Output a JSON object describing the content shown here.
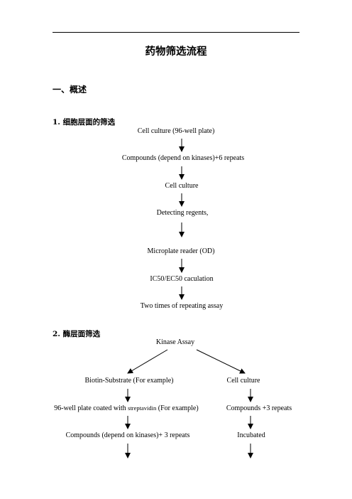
{
  "title": "药物筛选流程",
  "section1": {
    "heading": "一、概述"
  },
  "cell_section": {
    "heading": "1.   细胞层面的筛选",
    "steps": [
      "Cell culture (96-well plate)",
      "Compounds (depend on kinases)+6 repeats",
      "Cell culture",
      "Detecting regents,",
      "Microplate reader (OD)",
      "IC50/EC50 caculation",
      "Two times of repeating assay"
    ]
  },
  "enzyme_section": {
    "heading": "2.   酶层面筛选",
    "root": "Kinase Assay",
    "left_branch": {
      "step1": "Biotin-Substrate (For example)",
      "step2_prefix": "96-well plate coated with ",
      "step2_small": "streptavidin",
      "step2_suffix": " (For example)",
      "step3": "Compounds (depend on kinases)+ 3 repeats"
    },
    "right_branch": {
      "step1": "Cell culture",
      "step2": "Compounds +3 repeats",
      "step3": "Incubated"
    }
  }
}
